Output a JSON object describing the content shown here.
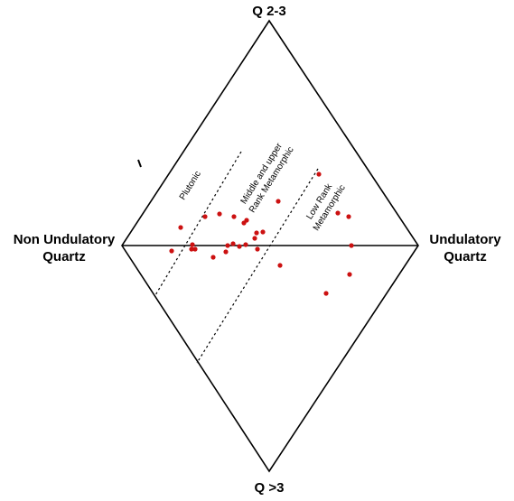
{
  "vertices": {
    "top": "Q 2-3",
    "bottom": "Q >3",
    "left": [
      "Non Undulatory",
      "Quartz"
    ],
    "right": [
      "Undulatory",
      "Quartz"
    ]
  },
  "regions": {
    "plutonic": "Plutonic",
    "middle_upper": [
      "Middle and upper",
      "Rank Metamorphic"
    ],
    "low_rank": [
      "Low Rank",
      "Metamorphic"
    ]
  },
  "colors": {
    "points": "#cc1111",
    "lines": "#000000"
  },
  "chart_data": {
    "type": "scatter",
    "title": "",
    "xlabel": "",
    "ylabel": "",
    "series": [
      {
        "points": [
          [
            200,
            252
          ],
          [
            190,
            278
          ],
          [
            213,
            271
          ],
          [
            216,
            276
          ],
          [
            212,
            276
          ],
          [
            227,
            240
          ],
          [
            243,
            237
          ],
          [
            259,
            240
          ],
          [
            270,
            247
          ],
          [
            273,
            244
          ],
          [
            284,
            258
          ],
          [
            291,
            257
          ],
          [
            308,
            223
          ],
          [
            236,
            285
          ],
          [
            250,
            279
          ],
          [
            252,
            272
          ],
          [
            258,
            270
          ],
          [
            265,
            273
          ],
          [
            272,
            271
          ],
          [
            282,
            264
          ],
          [
            285,
            276
          ],
          [
            310,
            294
          ],
          [
            353,
            193
          ],
          [
            374,
            236
          ],
          [
            386,
            240
          ],
          [
            389,
            272
          ],
          [
            387,
            304
          ],
          [
            361,
            325
          ]
        ]
      }
    ]
  }
}
